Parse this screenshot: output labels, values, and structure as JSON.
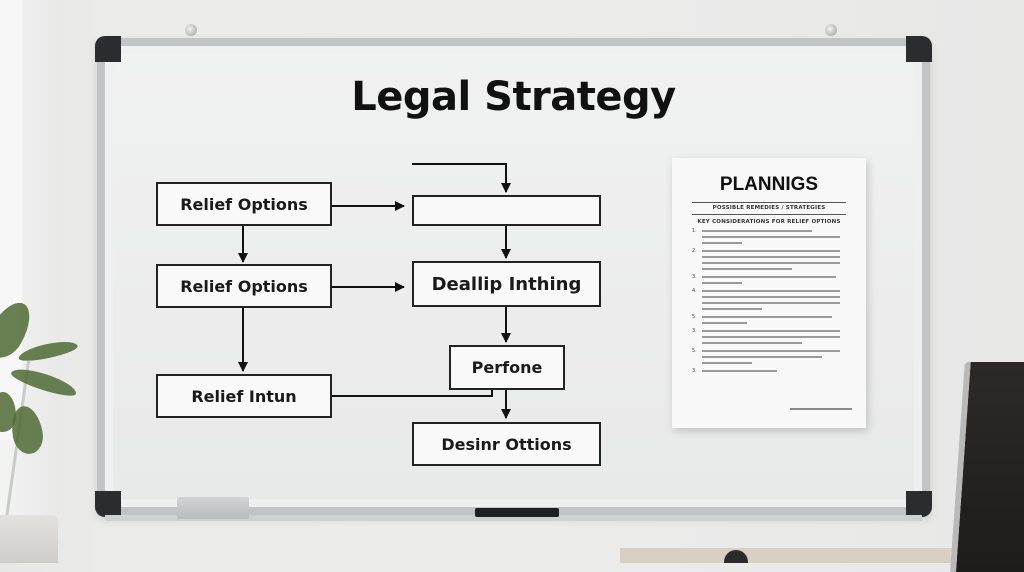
{
  "scene": {
    "description": "Whiteboard on an office wall showing a legal strategy flowchart with a pinned planning document",
    "colors": {
      "wall": "#ebebea",
      "board_surface": "#eeefef",
      "frame": "#c2c4c5",
      "corner_caps": "#2b2c2d",
      "ink": "#111111",
      "plant_leaf": "#4f6a35",
      "monitor": "#1d1c1b"
    }
  },
  "whiteboard": {
    "title": "Legal Strategy",
    "flowchart": {
      "nodes": [
        {
          "id": "n1",
          "label": "Relief Options"
        },
        {
          "id": "n2",
          "label": "Relief Options"
        },
        {
          "id": "n3",
          "label": "Relief Intun"
        },
        {
          "id": "n4",
          "label": ""
        },
        {
          "id": "n5",
          "label": "Deallip Inthing"
        },
        {
          "id": "n6",
          "label": "Perfone"
        },
        {
          "id": "n7",
          "label": "Desinr Ottions"
        }
      ],
      "edges": [
        {
          "from": "n1",
          "to": "n2"
        },
        {
          "from": "n2",
          "to": "n3"
        },
        {
          "from": "n1",
          "to": "n4"
        },
        {
          "from": "n2",
          "to": "n5"
        },
        {
          "from": "top-left-line",
          "to": "n4"
        },
        {
          "from": "n4",
          "to": "n5"
        },
        {
          "from": "n5",
          "to": "n6"
        },
        {
          "from": "n6",
          "to": "n7"
        },
        {
          "from": "n3",
          "to": "n6-n7-connector"
        }
      ]
    }
  },
  "document": {
    "title": "PLANNIGS",
    "subtitle": "POSSIBLE REMEDIES / STRATEGIES",
    "heading": "KEY CONSIDERATIONS FOR RELIEF OPTIONS",
    "items": [
      "1.",
      "2.",
      "3.",
      "4.",
      "5.",
      "3.",
      "5.",
      "3."
    ],
    "note": "body text illegible"
  }
}
